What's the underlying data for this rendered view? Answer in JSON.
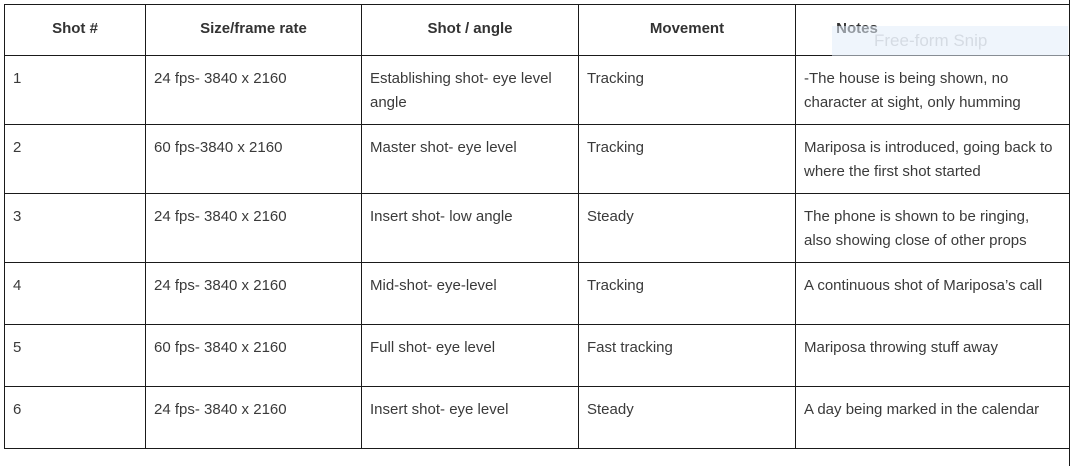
{
  "table": {
    "headers": [
      "Shot #",
      "Size/frame rate",
      "Shot / angle",
      "Movement",
      "Notes"
    ],
    "rows": [
      [
        "1",
        "24 fps- 3840 x 2160",
        "Establishing shot- eye level angle",
        "Tracking",
        "-The house is being shown, no character at sight, only humming"
      ],
      [
        "2",
        "60 fps-3840 x 2160",
        "Master shot- eye level",
        "Tracking",
        "Mariposa is introduced, going back to where the first shot started"
      ],
      [
        "3",
        "24 fps- 3840 x 2160",
        "Insert shot- low angle",
        "Steady",
        "The phone is shown to be ringing, also showing close of other props"
      ],
      [
        "4",
        "24 fps- 3840 x 2160",
        "Mid-shot- eye-level",
        "Tracking",
        "A continuous shot of Mariposa’s call"
      ],
      [
        "5",
        "60 fps- 3840 x 2160",
        "Full shot- eye level",
        "Fast tracking",
        "Mariposa throwing stuff away"
      ],
      [
        "6",
        "24 fps- 3840 x 2160",
        "Insert shot- eye level",
        "Steady",
        "A day being marked in the calendar"
      ]
    ]
  },
  "overlay": {
    "snip_label": "Free-form Snip"
  }
}
